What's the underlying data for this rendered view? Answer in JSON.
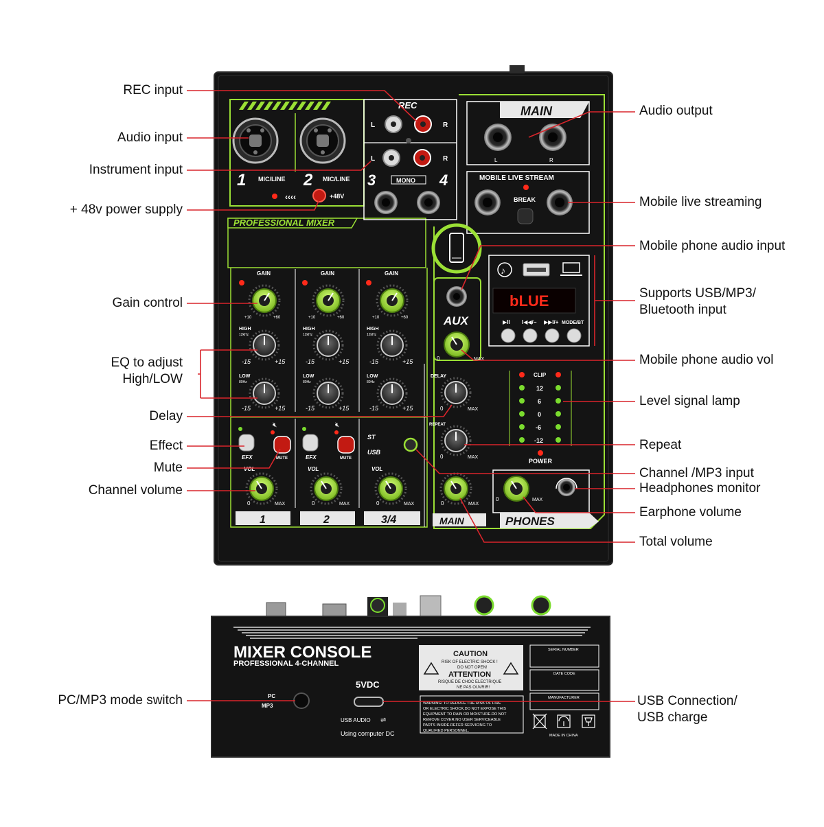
{
  "colors": {
    "accent_green": "#9be035",
    "panel_black": "#141414",
    "leader_red": "#d9252b",
    "led_red": "#ff2a1a",
    "led_green": "#7bdc2e"
  },
  "callouts_left": {
    "rec_input": "REC input",
    "audio_input": "Audio input",
    "instrument_input": "Instrument input",
    "phantom_power": "+ 48v power supply",
    "gain_control": "Gain control",
    "eq_line1": "EQ to adjust",
    "eq_line2": "High/LOW",
    "delay": "Delay",
    "effect": "Effect",
    "mute": "Mute",
    "channel_volume": "Channel volume",
    "mode_switch": "PC/MP3 mode switch"
  },
  "callouts_right": {
    "audio_output": "Audio output",
    "live_streaming": "Mobile live streaming",
    "phone_audio_input": "Mobile phone audio input",
    "usb_input_line1": "Supports USB/MP3/",
    "usb_input_line2": "Bluetooth input",
    "phone_audio_vol": "Mobile phone audio vol",
    "level_lamp": "Level signal lamp",
    "repeat": "Repeat",
    "channel_mp3_input": "Channel /MP3 input",
    "headphones_monitor": "Headphones monitor",
    "earphone_volume": "Earphone volume",
    "total_volume": "Total volume",
    "usb_connection_line1": "USB Connection/",
    "usb_connection_line2": "USB charge"
  },
  "panel": {
    "main": "MAIN",
    "rec": "REC",
    "l": "L",
    "r": "R",
    "ch1": "1",
    "ch2": "2",
    "ch3": "3",
    "ch4": "4",
    "mic_line": "MIC/LINE",
    "mono": "MONO",
    "plus48v": "+48V",
    "mobile_live_stream": "MOBILE LIVE STREAM",
    "break": "BREAK",
    "professional_mixer": "PROFESSIONAL MIXER",
    "gain": "GAIN",
    "high": "HIGH",
    "high_freq": "12kHz",
    "low": "LOW",
    "low_freq": "80Hz",
    "minus15": "-15",
    "plus15": "+15",
    "minus10": "+10",
    "plus60": "+60",
    "aux": "AUX",
    "zero": "0",
    "max": "MAX",
    "delay": "DELAY",
    "repeat": "REPEAT",
    "efx": "EFX",
    "mute": "MUTE",
    "vol": "VOL",
    "st": "ST",
    "usb": "USB",
    "display": "bLUE",
    "play_pause": "▶II",
    "prev_minus": "I◀◀/−",
    "next_plus": "▶▶I/+",
    "mode_bt": "MODE/BT",
    "clip": "CLIP",
    "lv12": "12",
    "lv6": "6",
    "lv0": "0",
    "lvm6": "-6",
    "lvm12": "-12",
    "power": "POWER",
    "phones": "PHONES",
    "strip1": "1",
    "strip2": "2",
    "strip34": "3/4",
    "strip_main": "MAIN"
  },
  "rear": {
    "title": "MIXER CONSOLE",
    "subtitle": "PROFESSIONAL 4-CHANNEL",
    "pc": "PC",
    "mp3": "MP3",
    "vdc": "5VDC",
    "usb_audio": "USB AUDIO",
    "using_computer_dc": "Using computer DC",
    "caution": "CAUTION",
    "caution_sub1": "RISK OF ELECTRIC SHOCK !",
    "caution_sub2": "DO NOT OPEN!",
    "attention": "ATTENTION",
    "attention_sub1": "RISQUE DE CHOC ELECTRIQUE",
    "attention_sub2": "NE PAS OUVRIR!",
    "warning_1": "WARNING: TO REDUCE THE RISK OF FIRE",
    "warning_2": "OR ELECTRIC SHOCK,DO NOT EXPOSE THIS",
    "warning_3": "EQUIPMENT TO RAIN OR MOISTURE.DO NOT",
    "warning_4": "REMOVE COVER.NO USER SERVICEABLE",
    "warning_5": "PARTS INSIDE.REFER SERVICING TO",
    "warning_6": "QUALIFIED PERSONNEL.",
    "serial_number": "SERIAL NUMBER",
    "date_code": "DATE CODE",
    "manufacturer": "MANUFACTURER",
    "made_in_china": "MADE IN CHINA"
  }
}
